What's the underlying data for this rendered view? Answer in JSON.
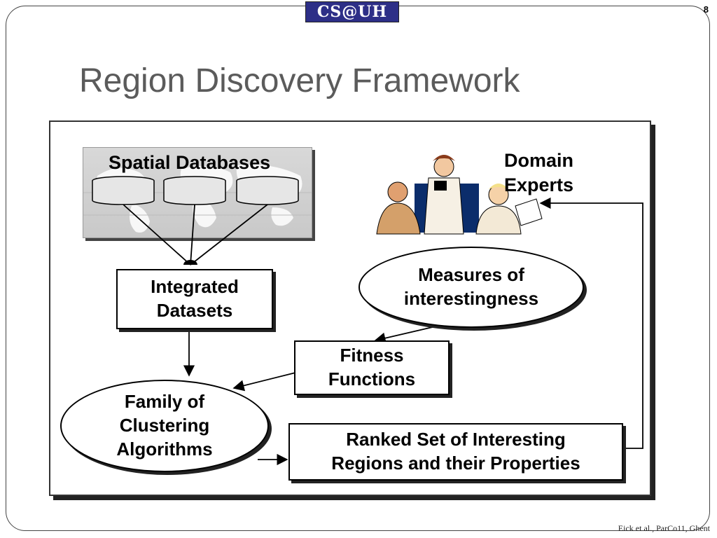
{
  "logo": {
    "text": "CS@UH"
  },
  "slide": {
    "number": "8",
    "title": "Region Discovery Framework",
    "footer": "Eick et al., ParCo11, Ghent"
  },
  "diagram": {
    "spatial_databases": "Spatial Databases",
    "integrated_datasets": "Integrated\nDatasets",
    "domain_experts": "Domain\nExperts",
    "measures": "Measures of\ninterestingness",
    "fitness": "Fitness\nFunctions",
    "clustering": "Family of\nClustering\nAlgorithms",
    "ranked": "Ranked Set of Interesting\nRegions and their Properties"
  },
  "icons": [
    "database-icon",
    "world-map-icon",
    "domain-experts-clipart"
  ]
}
